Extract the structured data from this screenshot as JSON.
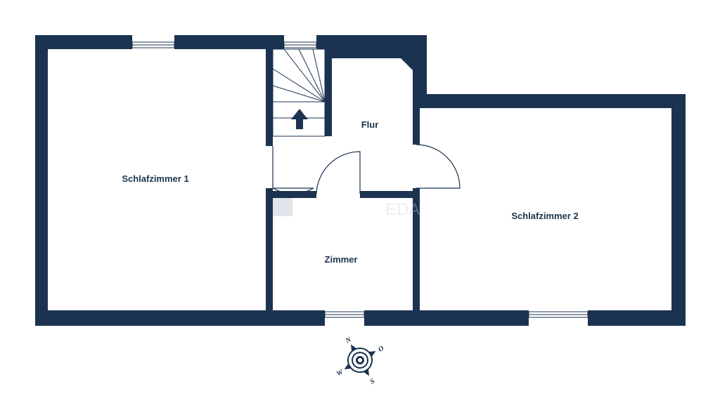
{
  "floorplan": {
    "colors": {
      "wall": "#1b3350",
      "floor": "#ffffff",
      "watermark": "#d8dde4"
    },
    "rooms": {
      "schlafzimmer1": "Schlafzimmer 1",
      "flur": "Flur",
      "zimmer": "Zimmer",
      "schlafzimmer2": "Schlafzimmer 2"
    },
    "watermark_text": "EDA",
    "stairs_direction": "up",
    "compass": {
      "north": "N",
      "east": "O",
      "south": "S",
      "west": "W"
    }
  }
}
